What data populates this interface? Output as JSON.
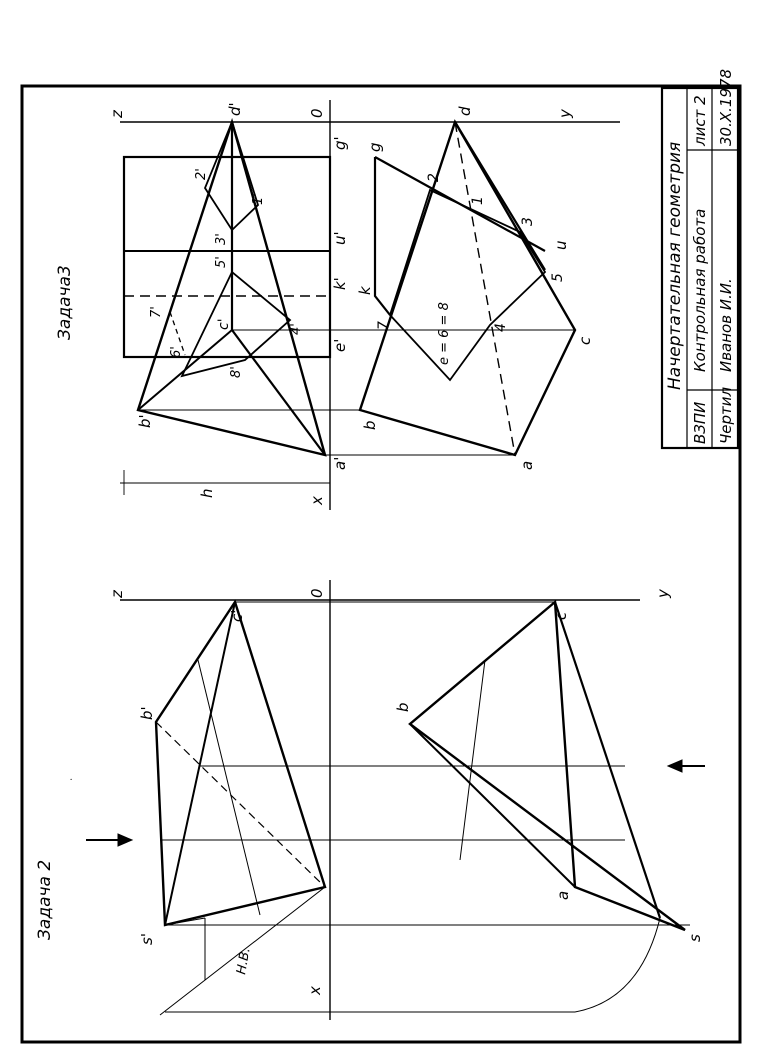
{
  "sheet": {
    "task2_title": "Задача 2",
    "task3_title": "Задача3"
  },
  "task2": {
    "axis_z": "z",
    "axis_y": "y",
    "axis_x": "x",
    "origin": "0",
    "pt_c1": "c'",
    "pt_b1": "b'",
    "pt_s1": "s'",
    "pt_c": "c",
    "pt_b": "b",
    "pt_a": "a",
    "pt_s": "s",
    "true_length": "Н.В."
  },
  "task3": {
    "axis_z": "z",
    "axis_y": "y",
    "axis_x": "x",
    "origin": "0",
    "pt_d1": "d'",
    "pt_g1": "g'",
    "pt_u1": "u'",
    "pt_k1": "k'",
    "pt_e1": "e'",
    "pt_a1": "a'",
    "pt_b1": "b'",
    "pt_c1": "c'",
    "pt_1p": "1'",
    "pt_2p": "2'",
    "pt_3p": "3'",
    "pt_4p": "4'",
    "pt_5p": "5'",
    "pt_6p": "6'",
    "pt_7p": "7'",
    "pt_8p": "8'",
    "pt_d": "d",
    "pt_g": "g",
    "pt_u": "u",
    "pt_k": "k",
    "pt_a": "a",
    "pt_b": "b",
    "pt_c": "c",
    "pt_1": "1",
    "pt_2": "2",
    "pt_3": "3",
    "pt_4": "4",
    "pt_5": "5",
    "pt_7": "7",
    "coincidence": "e = 6 = 8",
    "dim_h": "h"
  },
  "title_block": {
    "title": "Начертательная геометрия",
    "org": "ВЗПИ",
    "work": "Контрольная работа",
    "sheet_no": "лист 2",
    "role": "Чертил",
    "name": "Иванов И.И.",
    "date": "30.X.1978"
  }
}
